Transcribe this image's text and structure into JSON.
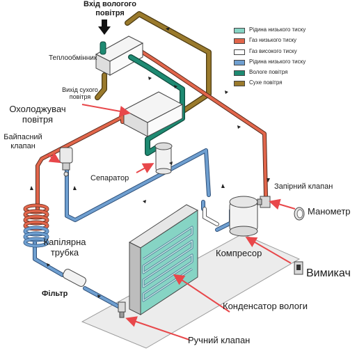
{
  "legend": [
    {
      "label": "Рідина низького тиску",
      "color": "#86d4c4"
    },
    {
      "label": "Газ низького тиску",
      "color": "#e2664b"
    },
    {
      "label": "Газ високого тиску",
      "color": "#ffffff"
    },
    {
      "label": "Рідина низького тиску",
      "color": "#6f9fd0"
    },
    {
      "label": "Вологе повітря",
      "color": "#1e8a72"
    },
    {
      "label": "Сухе повітря",
      "color": "#9a7a2c"
    }
  ],
  "labels": {
    "wet_air_inlet": [
      "Вхід вологого",
      "повітря"
    ],
    "heat_exchanger": "Теплообмінник",
    "dry_air_outlet": [
      "Вихід сухого",
      "повітря"
    ],
    "air_cooler": [
      "Охолоджувач",
      "повітря"
    ],
    "bypass_valve": [
      "Байпасний",
      "клапан"
    ],
    "separator": "Сепаратор",
    "shutoff_valve": "Запірний клапан",
    "pressure_gauge": "Манометр",
    "capillary_tube": [
      "Капілярна",
      "трубка"
    ],
    "compressor": "Компресор",
    "switch": "Вимикач",
    "filter": "Фільтр",
    "moisture_condenser": "Конденсатор вологи",
    "manual_valve": "Ручний клапан"
  },
  "colors": {
    "pipe_teal_dark": "#1e8a72",
    "pipe_brown": "#9a7a2c",
    "pipe_red": "#e2664b",
    "pipe_blue": "#6f9fd0",
    "condenser_fill": "#86d4c4",
    "arrow_red": "#e8474a"
  }
}
